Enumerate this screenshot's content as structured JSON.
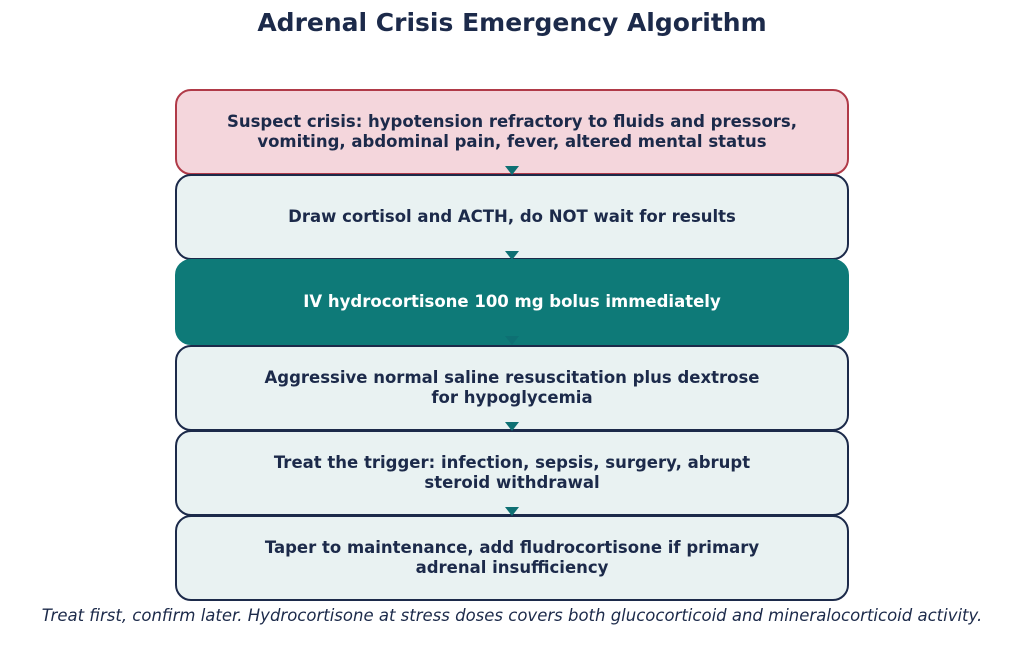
{
  "title": "Adrenal Crisis Emergency Algorithm",
  "steps": [
    {
      "text": "Suspect crisis: hypotension refractory to fluids and pressors,\nvomiting, abdominal pain, fever, altered mental status",
      "style": "alert"
    },
    {
      "text": "Draw cortisol and ACTH, do NOT wait for results",
      "style": "normal"
    },
    {
      "text": "IV hydrocortisone 100 mg bolus immediately",
      "style": "key"
    },
    {
      "text": "Aggressive normal saline resuscitation plus dextrose\nfor hypoglycemia",
      "style": "normal"
    },
    {
      "text": "Treat the trigger: infection, sepsis, surgery, abrupt\nsteroid withdrawal",
      "style": "normal"
    },
    {
      "text": "Taper to maintenance, add fludrocortisone if primary\nadrenal insufficiency",
      "style": "normal"
    }
  ],
  "footnote": "Treat first, confirm later. Hydrocortisone at stress doses covers both glucocorticoid and mineralocorticoid activity.",
  "colors": {
    "alert_fill": "#f4d6dc",
    "alert_border": "#b03a48",
    "normal_fill": "#e9f2f2",
    "border": "#1c2a4a",
    "key_fill": "#0e7a78",
    "arrow": "#0e7073"
  }
}
